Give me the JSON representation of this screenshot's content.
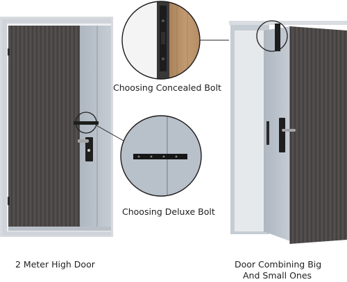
{
  "callouts": {
    "concealed": "Choosing Concealed Bolt",
    "deluxe": "Choosing Deluxe Bolt"
  },
  "captions": {
    "left_door": "2 Meter High Door",
    "right_door_line1": "Door Combining Big",
    "right_door_line2": "And Small Ones"
  }
}
